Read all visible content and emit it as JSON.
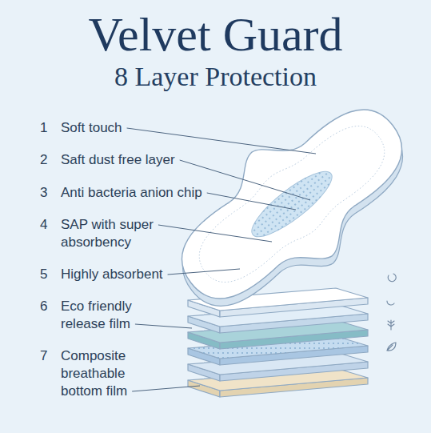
{
  "diagram": {
    "title": "Velvet Guard",
    "labels": [
      "8 Layer Protection",
      "1",
      "Soft touch",
      "2",
      "Saft dust free layer",
      "3",
      "Anti bacteria anion chip",
      "4",
      "SAP with super absorbency",
      "5",
      "Highly absorbent",
      "6",
      "Eco friendly release film",
      "7",
      "Composite breathable bottom film"
    ]
  }
}
